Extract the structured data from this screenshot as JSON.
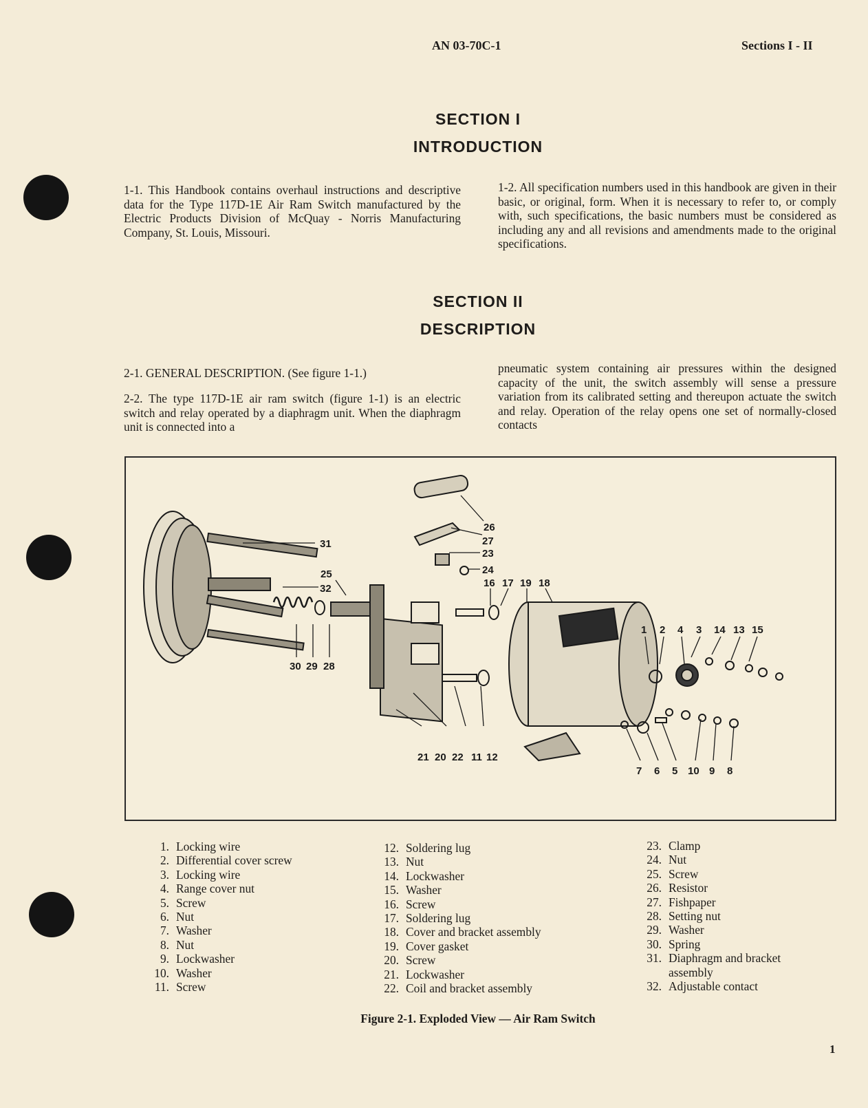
{
  "header": {
    "doc_number": "AN 03-70C-1",
    "sections": "Sections I - II"
  },
  "section1": {
    "number": "SECTION I",
    "title": "INTRODUCTION",
    "para_1_1": "1-1. This Handbook contains overhaul instructions and descriptive data for the Type 117D-1E Air Ram Switch manufactured by the Electric Products Division of McQuay - Norris Manufacturing Company, St. Louis, Missouri.",
    "para_1_2": "1-2. All specification numbers used in this handbook are given in their basic, or original, form. When it is necessary to refer to, or comply with, such specifications, the basic numbers must be considered as including any and all revisions and amendments made to the original specifications."
  },
  "section2": {
    "number": "SECTION II",
    "title": "DESCRIPTION",
    "para_2_1": "2-1. GENERAL DESCRIPTION. (See figure 1-1.)",
    "para_2_2": "2-2. The type 117D-1E air ram switch (figure 1-1) is an electric switch and relay operated by a diaphragm unit. When the diaphragm unit is connected into a",
    "para_2_2_cont": "pneumatic system containing air pressures within the designed capacity of the unit, the switch assembly will sense a pressure variation from its calibrated setting and thereupon actuate the switch and relay. Operation of the relay opens one set of normally-closed contacts"
  },
  "figure": {
    "caption": "Figure 2-1. Exploded View — Air Ram Switch",
    "callouts": [
      "31",
      "25",
      "32",
      "30",
      "29",
      "28",
      "26",
      "27",
      "23",
      "24",
      "16",
      "17",
      "19",
      "18",
      "1",
      "2",
      "4",
      "3",
      "14",
      "13",
      "15",
      "21",
      "20",
      "22",
      "11",
      "12",
      "7",
      "6",
      "5",
      "10",
      "9",
      "8"
    ]
  },
  "legend": {
    "col1": [
      {
        "num": "1.",
        "label": "Locking wire"
      },
      {
        "num": "2.",
        "label": "Differential cover screw"
      },
      {
        "num": "3.",
        "label": "Locking wire"
      },
      {
        "num": "4.",
        "label": "Range cover nut"
      },
      {
        "num": "5.",
        "label": "Screw"
      },
      {
        "num": "6.",
        "label": "Nut"
      },
      {
        "num": "7.",
        "label": "Washer"
      },
      {
        "num": "8.",
        "label": "Nut"
      },
      {
        "num": "9.",
        "label": "Lockwasher"
      },
      {
        "num": "10.",
        "label": "Washer"
      },
      {
        "num": "11.",
        "label": "Screw"
      }
    ],
    "col2": [
      {
        "num": "12.",
        "label": "Soldering lug"
      },
      {
        "num": "13.",
        "label": "Nut"
      },
      {
        "num": "14.",
        "label": "Lockwasher"
      },
      {
        "num": "15.",
        "label": "Washer"
      },
      {
        "num": "16.",
        "label": "Screw"
      },
      {
        "num": "17.",
        "label": "Soldering lug"
      },
      {
        "num": "18.",
        "label": "Cover and bracket assembly"
      },
      {
        "num": "19.",
        "label": "Cover gasket"
      },
      {
        "num": "20.",
        "label": "Screw"
      },
      {
        "num": "21.",
        "label": "Lockwasher"
      },
      {
        "num": "22.",
        "label": "Coil and bracket assembly"
      }
    ],
    "col3": [
      {
        "num": "23.",
        "label": "Clamp"
      },
      {
        "num": "24.",
        "label": "Nut"
      },
      {
        "num": "25.",
        "label": "Screw"
      },
      {
        "num": "26.",
        "label": "Resistor"
      },
      {
        "num": "27.",
        "label": "Fishpaper"
      },
      {
        "num": "28.",
        "label": "Setting nut"
      },
      {
        "num": "29.",
        "label": "Washer"
      },
      {
        "num": "30.",
        "label": "Spring"
      },
      {
        "num": "31.",
        "label": "Diaphragm and bracket",
        "cont": "assembly"
      },
      {
        "num": "32.",
        "label": "Adjustable contact"
      }
    ]
  },
  "page_number": "1"
}
